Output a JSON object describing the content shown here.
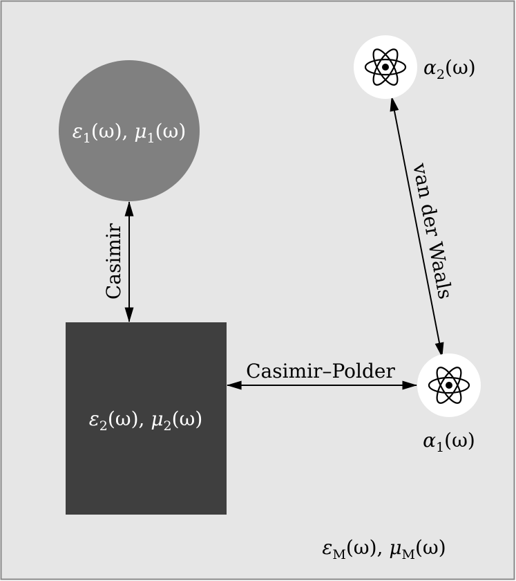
{
  "diagram": {
    "sphere_label": {
      "eps": "ε",
      "i1": "1",
      "mid": "(ω), ",
      "mu": "μ",
      "i2": "1",
      "end": "(ω)"
    },
    "block_label": {
      "eps": "ε",
      "i1": "2",
      "mid": "(ω), ",
      "mu": "μ",
      "i2": "2",
      "end": "(ω)"
    },
    "medium_label": {
      "eps": "ε",
      "i1": "M",
      "mid": "(ω), ",
      "mu": "μ",
      "i2": "M",
      "end": "(ω)"
    },
    "atom1_label": {
      "alpha": "α",
      "idx": "1",
      "rest": "(ω)"
    },
    "atom2_label": {
      "alpha": "α",
      "idx": "2",
      "rest": "(ω)"
    },
    "interactions": {
      "casimir": "Casimir",
      "casimir_polder": "Casimir–Polder",
      "van_der_waals": "van der Waals"
    },
    "colors": {
      "medium": "#e6e6e6",
      "sphere": "#808080",
      "block": "#3f3f3f",
      "atom_bg": "#ffffff",
      "ink": "#000000",
      "light_text": "#ffffff"
    }
  }
}
